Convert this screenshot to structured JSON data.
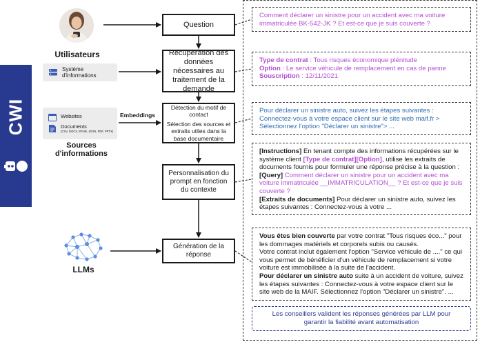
{
  "users": {
    "label": "Utilisateurs"
  },
  "sources": {
    "system_info": "Système d'informations",
    "websites": "Websites",
    "documents": "Documents",
    "documents_formats": "(CSV, DOCX, EPUB, JSON, PDF, PPTX)",
    "label": "Sources d'informations",
    "embeddings": "Embeddings"
  },
  "brand": {
    "logo_text": "CWI"
  },
  "llms": {
    "label": "LLMs"
  },
  "flow": {
    "question": "Question",
    "retrieval": "Récupération des données nécessaires au traitement de la demande",
    "detection_1": "Détection du motif de contact",
    "detection_2": "Sélection des sources et extraits utiles dans la base documentaire",
    "personalization": "Personnalisation du prompt en fonction du contexte",
    "generation": "Génération de la réponse"
  },
  "panels": {
    "question_text": "Comment déclarer un sinistre pour un accident avec ma voiture immatriculée BK-542-JK ? Et est-ce que je suis couverte ?",
    "contract": {
      "type_label": "Type de contrat",
      "type_value": " : Tous risques économique plénitude",
      "option_label": "Option",
      "option_value": " : Le service véhicule de remplacement en cas de panne",
      "subscription_label": "Souscription",
      "subscription_value": " : 12/11/2021"
    },
    "snippet_text": "Pour déclarer un sinistre auto, suivez les étapes suivantes : Connectez-vous à votre espace client sur le site web maif.fr > Sélectionnez l'option \"Déclarer un sinistre\"> ...",
    "prompt": {
      "instructions_label": "[Instructions]",
      "instructions_text_1": " En tenant compte des informations récupérées sur le système client ",
      "context_tag": "[Type de contrat][Option]",
      "instructions_text_2": ", utilise les extraits de documents fournis pour formuler une réponse précise à la question :",
      "query_label": "[Query]",
      "query_text": " Comment déclarer un sinistre pour un accident avec ma voiture immatriculée __IMMATRICULATION__ ? Et est-ce que je suis couverte ?",
      "extracts_label": "[Extraits de documents]",
      "extracts_text": " Pour déclarer un sinistre auto, suivez les étapes suivantes : Connectez-vous à votre ..."
    },
    "answer": {
      "covered_label": "Vous êtes bien couverte",
      "covered_text": " par votre contrat \"Tous risques éco...\" pour les dommages matériels et corporels subis ou causés.",
      "option_text": "Votre contrat inclut également l'option \"Service véhicule de ....\" ce qui vous permet de bénéficier d'un véhicule de remplacement si votre voiture est immobilisée à la suite de l'accident.",
      "declare_label": "Pour déclarer un sinistre auto",
      "declare_text": " suite à un accident de voiture, suivez les étapes suivantes : Connectez-vous à votre espace client sur le site web de la MAIF. Sélectionnez l'option \"Déclarer un sinistre\". ..."
    },
    "validation_text": "Les conseillers valident les réponses générées par LLM pour garantir la fiabilité avant automatisation"
  }
}
